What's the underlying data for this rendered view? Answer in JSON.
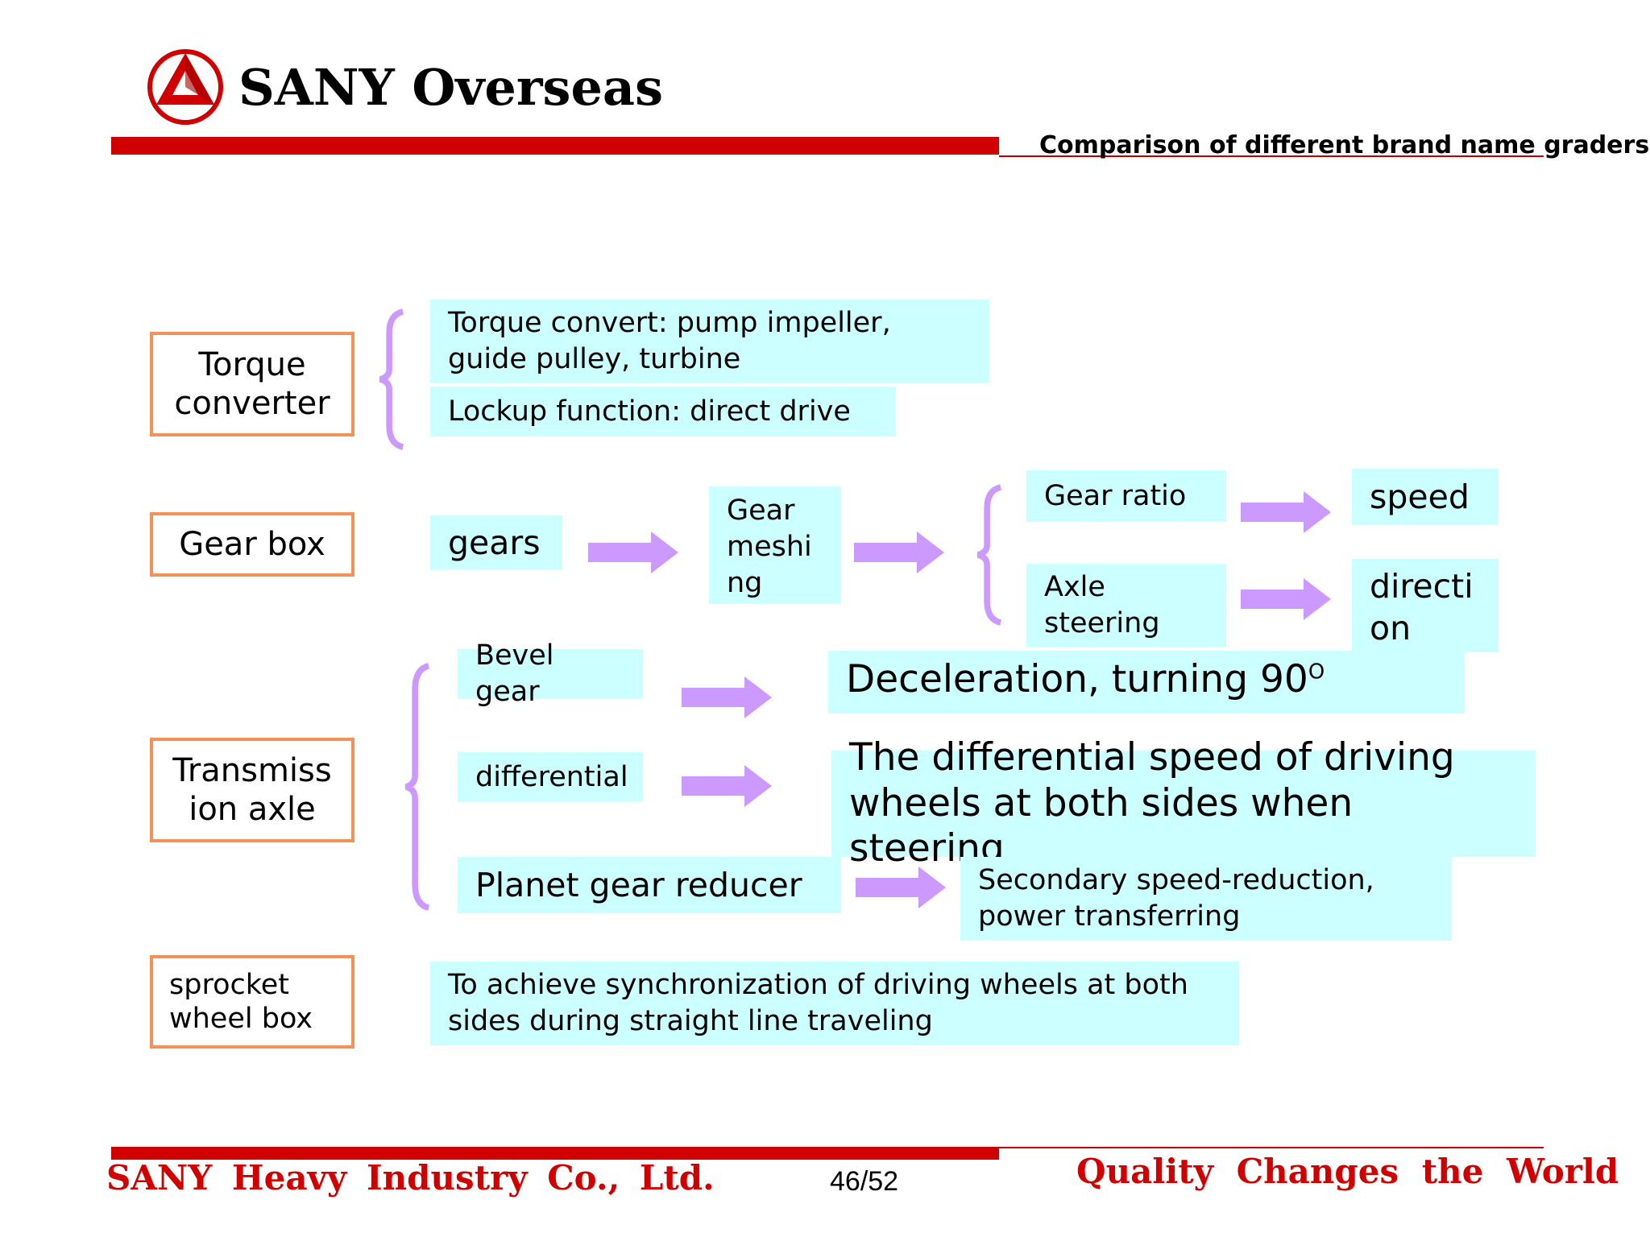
{
  "header": {
    "brand": "SANY Overseas",
    "subtitle": "Comparison of different brand name graders"
  },
  "rows": {
    "torque": {
      "label": "Torque converter",
      "items": [
        "Torque convert: pump impeller, guide pulley, turbine",
        "Lockup function: direct drive"
      ]
    },
    "gearbox": {
      "label": "Gear box",
      "gears": "gears",
      "meshing": "Gear meshi ng",
      "ratio": "Gear ratio",
      "steering": "Axle steering",
      "speed": "speed",
      "direction": "directi on"
    },
    "axle": {
      "label": "Transmiss ion axle",
      "bevel": "Bevel gear",
      "bevel_result": "Deceleration, turning 90",
      "bevel_result_sup": "O",
      "differential": "differential",
      "differential_result": "The differential speed of driving wheels at both sides when steering",
      "planet": "Planet gear reducer",
      "planet_result": "Secondary speed-reduction, power transferring"
    },
    "sprocket": {
      "label": "sprocket wheel box",
      "result": "To achieve synchronization of driving wheels at both sides during straight line traveling"
    }
  },
  "footer": {
    "company": "SANY Heavy Industry Co., Ltd.",
    "page": "46/52",
    "slogan": "Quality Changes the World"
  },
  "colors": {
    "red": "#d10000",
    "orange_border": "#f4915a",
    "cyan_fill": "#ccffff",
    "arrow_purple": "#cc99ff"
  }
}
